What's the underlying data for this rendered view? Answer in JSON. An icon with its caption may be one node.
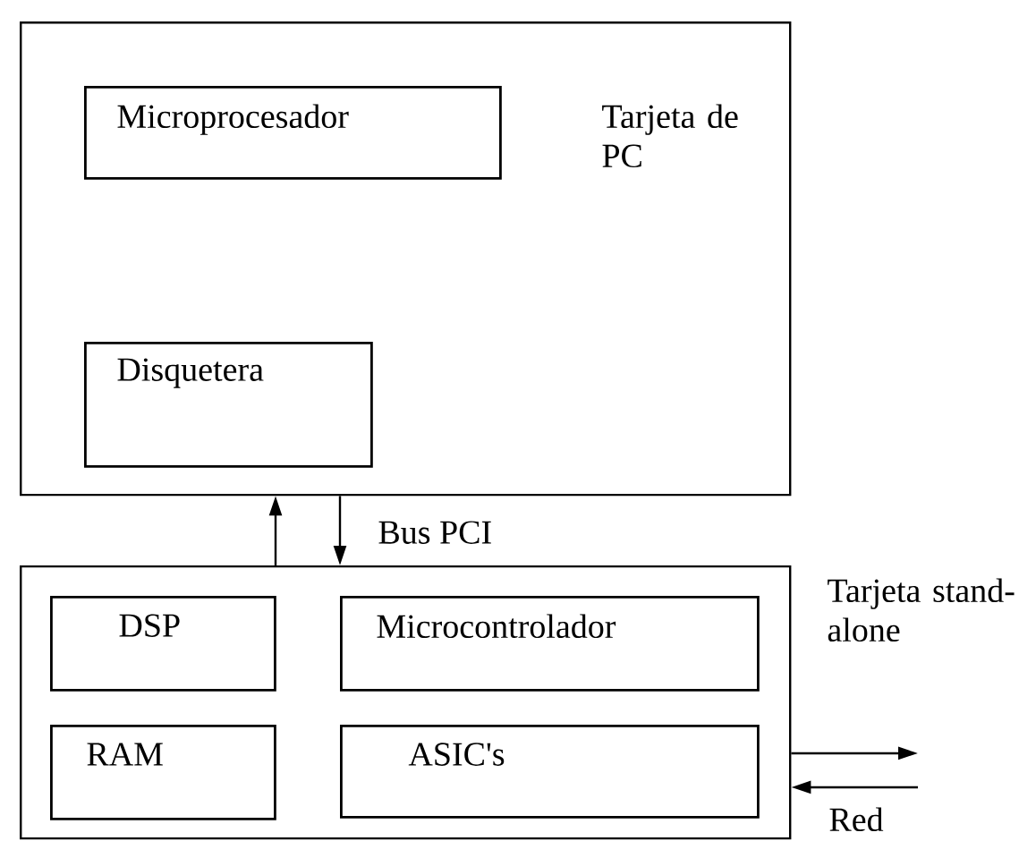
{
  "diagram": {
    "nodes": [
      {
        "text": [
          "Tarjeta de PC"
        ]
      },
      {
        "text": [
          "Microprocesador"
        ],
        "in": 0
      },
      {
        "text": [
          "Disquetera"
        ],
        "in": 0
      },
      {
        "text": [
          "Tarjeta stand-alone"
        ]
      },
      {
        "text": [
          "DSP"
        ],
        "in": 3
      },
      {
        "text": [
          "Microcontrolador"
        ],
        "in": 3
      },
      {
        "text": [
          "RAM"
        ],
        "in": 3
      },
      {
        "text": [
          "ASIC's"
        ],
        "in": 3
      }
    ],
    "edges": [
      {
        "from": 3,
        "to": 0,
        "arrow": "to"
      },
      {
        "from": 0,
        "to": 3,
        "arrow": "to",
        "label": "Bus PCI"
      },
      {
        "from": 3,
        "to": null,
        "arrow": "to"
      },
      {
        "from": null,
        "to": 3,
        "arrow": "to",
        "label": "Red"
      }
    ]
  }
}
